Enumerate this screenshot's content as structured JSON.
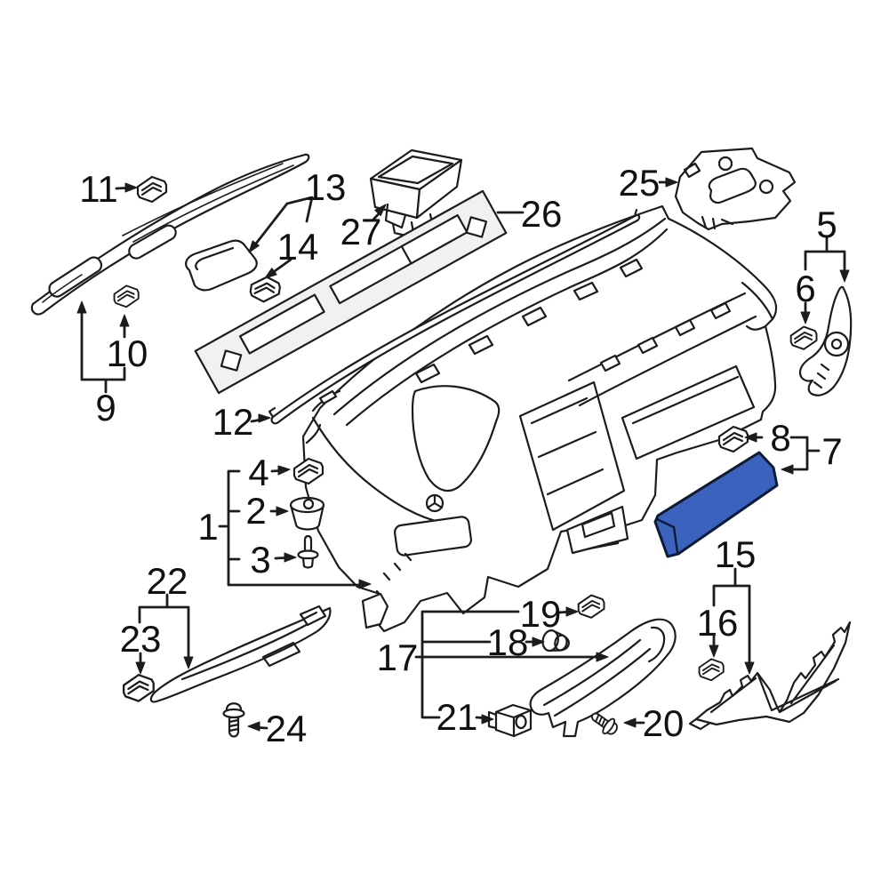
{
  "diagram": {
    "background": "#ffffff",
    "line_color": "#1c1c1c",
    "label_color": "#111111",
    "highlight_fill": "#3b63bd",
    "panel_fill": "#f1f1f1",
    "callouts": {
      "n1": {
        "label": "1"
      },
      "n2": {
        "label": "2"
      },
      "n3": {
        "label": "3"
      },
      "n4": {
        "label": "4"
      },
      "n5": {
        "label": "5"
      },
      "n6": {
        "label": "6"
      },
      "n7": {
        "label": "7"
      },
      "n8": {
        "label": "8"
      },
      "n9": {
        "label": "9"
      },
      "n10": {
        "label": "10"
      },
      "n11": {
        "label": "11"
      },
      "n12": {
        "label": "12"
      },
      "n13": {
        "label": "13"
      },
      "n14": {
        "label": "14"
      },
      "n15": {
        "label": "15"
      },
      "n16": {
        "label": "16"
      },
      "n17": {
        "label": "17"
      },
      "n18": {
        "label": "18"
      },
      "n19": {
        "label": "19"
      },
      "n20": {
        "label": "20"
      },
      "n21": {
        "label": "21"
      },
      "n22": {
        "label": "22"
      },
      "n23": {
        "label": "23"
      },
      "n24": {
        "label": "24"
      },
      "n25": {
        "label": "25"
      },
      "n26": {
        "label": "26"
      },
      "n27": {
        "label": "27"
      }
    }
  }
}
